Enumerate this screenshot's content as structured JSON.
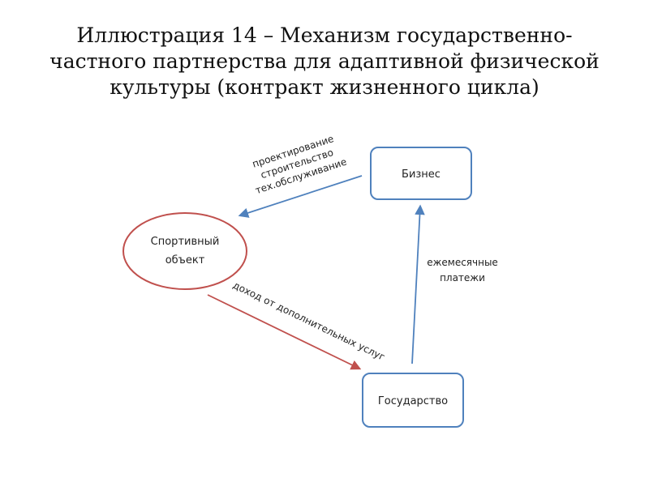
{
  "title": "Иллюстрация 14 – Механизм государственно-частного партнерства для адаптивной физической культуры  (контракт жизненного цикла)",
  "nodes": {
    "business": "Бизнес",
    "sport_object_line1": "Спортивный",
    "sport_object_line2": "объект",
    "state": "Государство"
  },
  "edges": {
    "business_to_object": {
      "line1": "проектирование",
      "line2": "строительство",
      "line3": "тех.обслуживание"
    },
    "object_to_state": "доход от дополнительных услуг",
    "state_to_business": {
      "line1": "ежемесячные",
      "line2": "платежи"
    }
  },
  "colors": {
    "box_border": "#4f81bd",
    "ellipse_border": "#c0504d",
    "arrow_blue": "#4f81bd",
    "arrow_red": "#c0504d"
  }
}
